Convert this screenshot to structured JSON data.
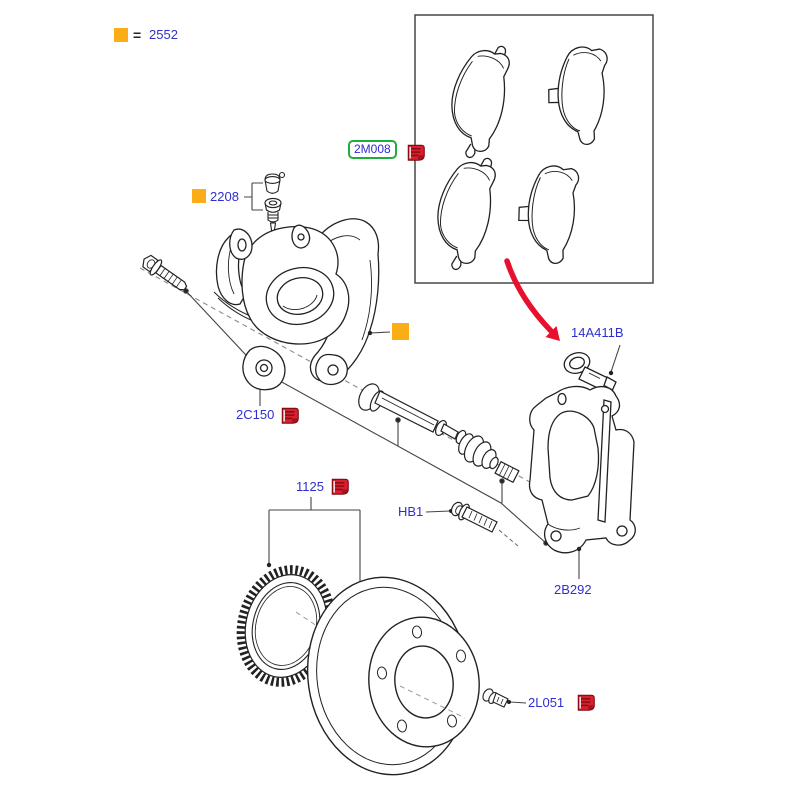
{
  "legend": {
    "swatch_color": "#FBAD18",
    "equals_sign": "=",
    "part_number": "2552"
  },
  "parts": {
    "bleed_screw_kit": {
      "label": "2208"
    },
    "brake_pad_kit": {
      "label": "2M008"
    },
    "guide_pin_kit": {
      "label": "2C150"
    },
    "wear_sensor": {
      "label": "14A411B"
    },
    "hub_kit": {
      "label": "1125"
    },
    "hub_bolt": {
      "label": "HB1"
    },
    "anchor_bracket": {
      "label": "2B292"
    },
    "disc_screw": {
      "label": "2L051"
    }
  },
  "colors": {
    "label_blue": "#2F2FD0",
    "marker_orange": "#FBAD18",
    "highlight_green": "#1FAE3A",
    "arrow_red": "#E8112D",
    "flag_red": "#D8202F"
  }
}
